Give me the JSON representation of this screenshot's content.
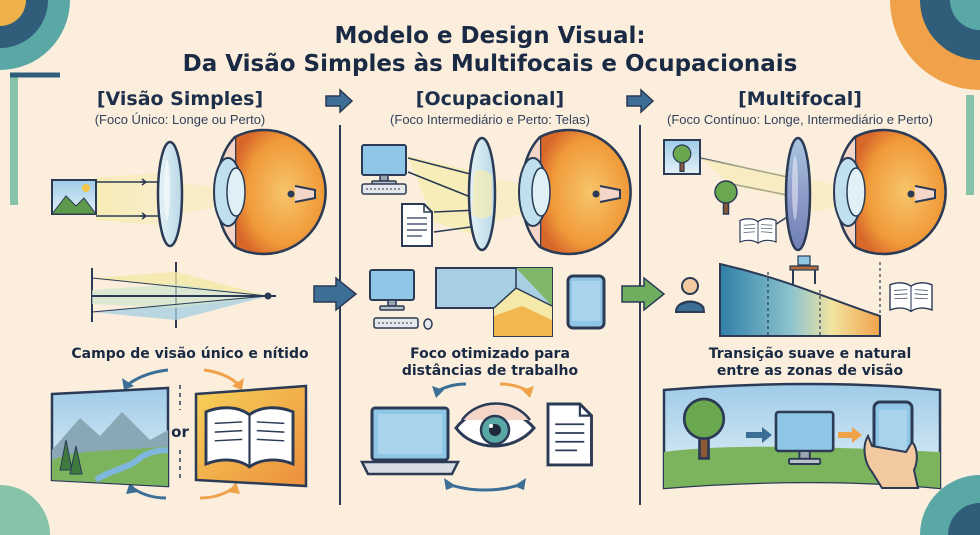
{
  "title": {
    "line1": "Modelo e Design Visual:",
    "line2": "Da Visão Simples às Multifocais e Ocupacionais"
  },
  "columns": [
    {
      "heading": "[Visão Simples]",
      "subtitle": "(Foco Único: Longe ou Perto)",
      "caption": [
        "Campo de visão único e nítido"
      ]
    },
    {
      "heading": "[Ocupacional]",
      "subtitle": "(Foco Intermediário e Perto: Telas)",
      "caption": [
        "Foco otimizado para",
        "distâncias de trabalho"
      ]
    },
    {
      "heading": "[Multifocal]",
      "subtitle": "(Foco Contínuo: Longe, Intermediário e Perto)",
      "caption": [
        "Transição suave e natural",
        "entre as zonas de visão"
      ]
    }
  ],
  "or_label": "or",
  "colors": {
    "background": "#fbeedd",
    "outline": "#2b3a55",
    "eye_orange": "#f0a040",
    "lens_blue": "#cfe6f0",
    "arrow_blue": "#3d6f96",
    "arrow_green": "#6fae5e",
    "light_yellow": "#f4e9a8",
    "accent_teal": "#5aa8a6"
  },
  "icons": [
    "landscape-icon",
    "eye-icon",
    "lens-icon",
    "monitor-icon",
    "keyboard-icon",
    "document-icon",
    "tree-icon",
    "book-icon",
    "tablet-icon",
    "driver-icon",
    "desk-icon",
    "laptop-icon",
    "smartphone-icon",
    "hand-icon",
    "right-arrow-icon",
    "curved-arrow-icon"
  ]
}
